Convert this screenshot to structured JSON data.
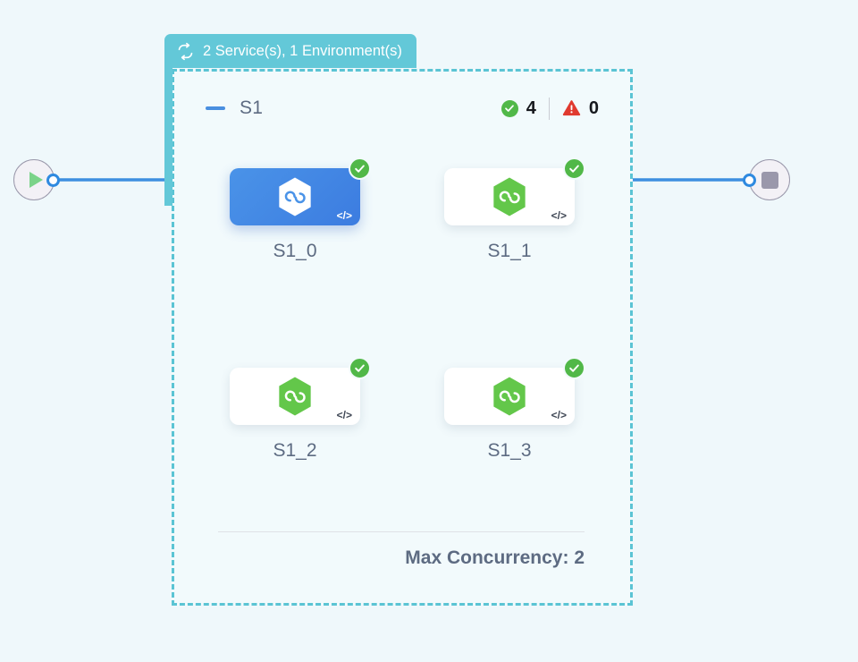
{
  "canvas": {
    "background_color": "#eff8fb"
  },
  "start_node": {
    "icon": "play-icon",
    "handle": "source-handle"
  },
  "end_node": {
    "icon": "stop-icon",
    "handle": "target-handle"
  },
  "group": {
    "header": {
      "icon": "loop-refresh-icon",
      "title": "2 Service(s), 1 Environment(s)",
      "background_color": "#63c8d8"
    },
    "border_color": "#5bc4d4",
    "title_row": {
      "collapse_icon": "minus-collapse-icon",
      "name": "S1",
      "success": {
        "icon": "check-circle-icon",
        "count": "4",
        "color": "#51b848"
      },
      "warning": {
        "icon": "warning-triangle-icon",
        "count": "0",
        "color": "#e03a2f"
      }
    },
    "services": [
      {
        "label": "S1_0",
        "selected": true,
        "status": "success",
        "node_icon": "hexagon-loop-icon",
        "code_icon": "code-brackets-icon"
      },
      {
        "label": "S1_1",
        "selected": false,
        "status": "success",
        "node_icon": "hexagon-loop-icon",
        "code_icon": "code-brackets-icon"
      },
      {
        "label": "S1_2",
        "selected": false,
        "status": "success",
        "node_icon": "hexagon-loop-icon",
        "code_icon": "code-brackets-icon"
      },
      {
        "label": "S1_3",
        "selected": false,
        "status": "success",
        "node_icon": "hexagon-loop-icon",
        "code_icon": "code-brackets-icon"
      }
    ],
    "footer": {
      "max_concurrency_label": "Max Concurrency: 2"
    }
  },
  "edges": {
    "color": "#3d8fe0"
  }
}
